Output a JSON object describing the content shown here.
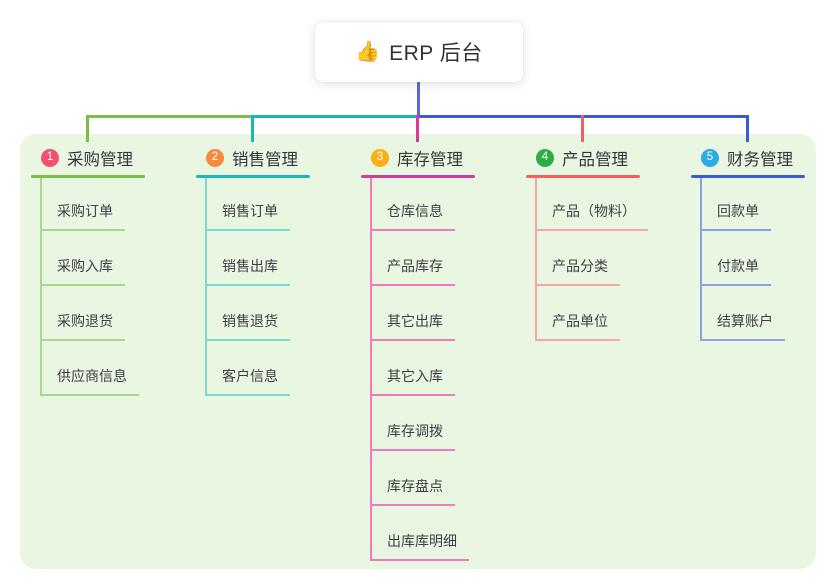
{
  "root": {
    "icon": "👍",
    "title": "ERP 后台"
  },
  "colors": {
    "canvas_bg": "#ffffff",
    "panel_bg": "#e9f6e1",
    "root_connector": "#5b6ad0",
    "text_dark": "#30313a",
    "text_child": "#3e3e46"
  },
  "branches": [
    {
      "num": "1",
      "label": "采购管理",
      "badge_color": "#f4516c",
      "line_color": "#79c046",
      "light_color": "#a9d78b",
      "children": [
        "采购订单",
        "采购入库",
        "采购退货",
        "供应商信息"
      ]
    },
    {
      "num": "2",
      "label": "销售管理",
      "badge_color": "#f78b3d",
      "line_color": "#19b8b1",
      "light_color": "#7ed8d1",
      "children": [
        "销售订单",
        "销售出库",
        "销售退货",
        "客户信息"
      ]
    },
    {
      "num": "3",
      "label": "库存管理",
      "badge_color": "#f8b019",
      "line_color": "#d63c9d",
      "light_color": "#ef7abc",
      "children": [
        "仓库信息",
        "产品库存",
        "其它出库",
        "其它入库",
        "库存调拨",
        "库存盘点",
        "出库库明细"
      ]
    },
    {
      "num": "4",
      "label": "产品管理",
      "badge_color": "#2cae47",
      "line_color": "#f25f5f",
      "light_color": "#f7a6a6",
      "children": [
        "产品（物料）",
        "产品分类",
        "产品单位"
      ]
    },
    {
      "num": "5",
      "label": "财务管理",
      "badge_color": "#2dabe3",
      "line_color": "#3c5ad4",
      "light_color": "#8ba1e4",
      "children": [
        "回款单",
        "付款单",
        "结算账户"
      ]
    }
  ]
}
